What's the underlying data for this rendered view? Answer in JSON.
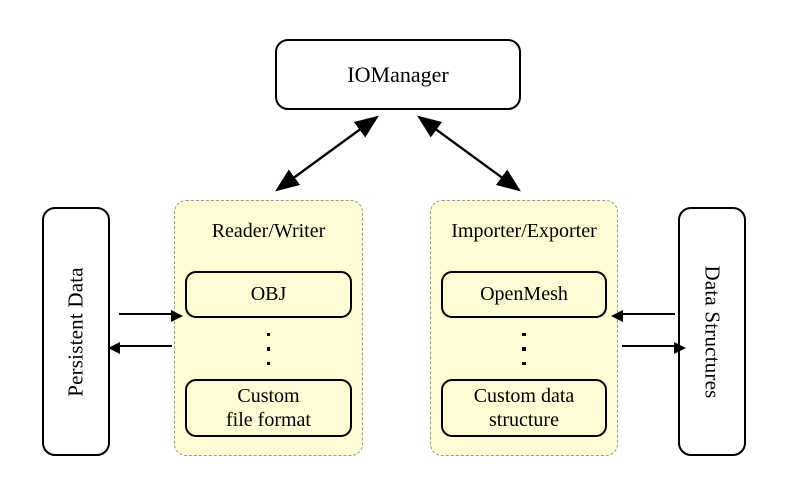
{
  "diagram": {
    "title_node": {
      "label": "IOManager"
    },
    "left_entity": {
      "label": "Persistent Data"
    },
    "right_entity": {
      "label": "Data Structures"
    },
    "panels": [
      {
        "id": "reader-writer",
        "title": "Reader/Writer",
        "items": [
          {
            "label": "OBJ"
          },
          {
            "label": "Custom\nfile format"
          }
        ],
        "ellipsis": "vertical-dots",
        "fill_color": "#FCFBD4",
        "border_color": "#9B9B93"
      },
      {
        "id": "importer-exporter",
        "title": "Importer/Exporter",
        "items": [
          {
            "label": "OpenMesh"
          },
          {
            "label": "Custom data\nstructure"
          }
        ],
        "ellipsis": "vertical-dots",
        "fill_color": "#FCFBD4",
        "border_color": "#9B9B93"
      }
    ],
    "connections": [
      {
        "name": "iomanager-reader-writer",
        "style": "double-headed-diagonal"
      },
      {
        "name": "iomanager-importer-exporter",
        "style": "double-headed-diagonal"
      },
      {
        "name": "persistent-data-to-reader-writer",
        "style": "arrow-right"
      },
      {
        "name": "reader-writer-to-persistent-data",
        "style": "arrow-left"
      },
      {
        "name": "data-structures-to-importer-exporter",
        "style": "arrow-left"
      },
      {
        "name": "importer-exporter-to-data-structures",
        "style": "arrow-right"
      }
    ],
    "colors": {
      "stroke": "#000000",
      "panel_fill": "#FCFBD4",
      "panel_border": "#9B9B93",
      "background": "#FFFFFF"
    }
  }
}
